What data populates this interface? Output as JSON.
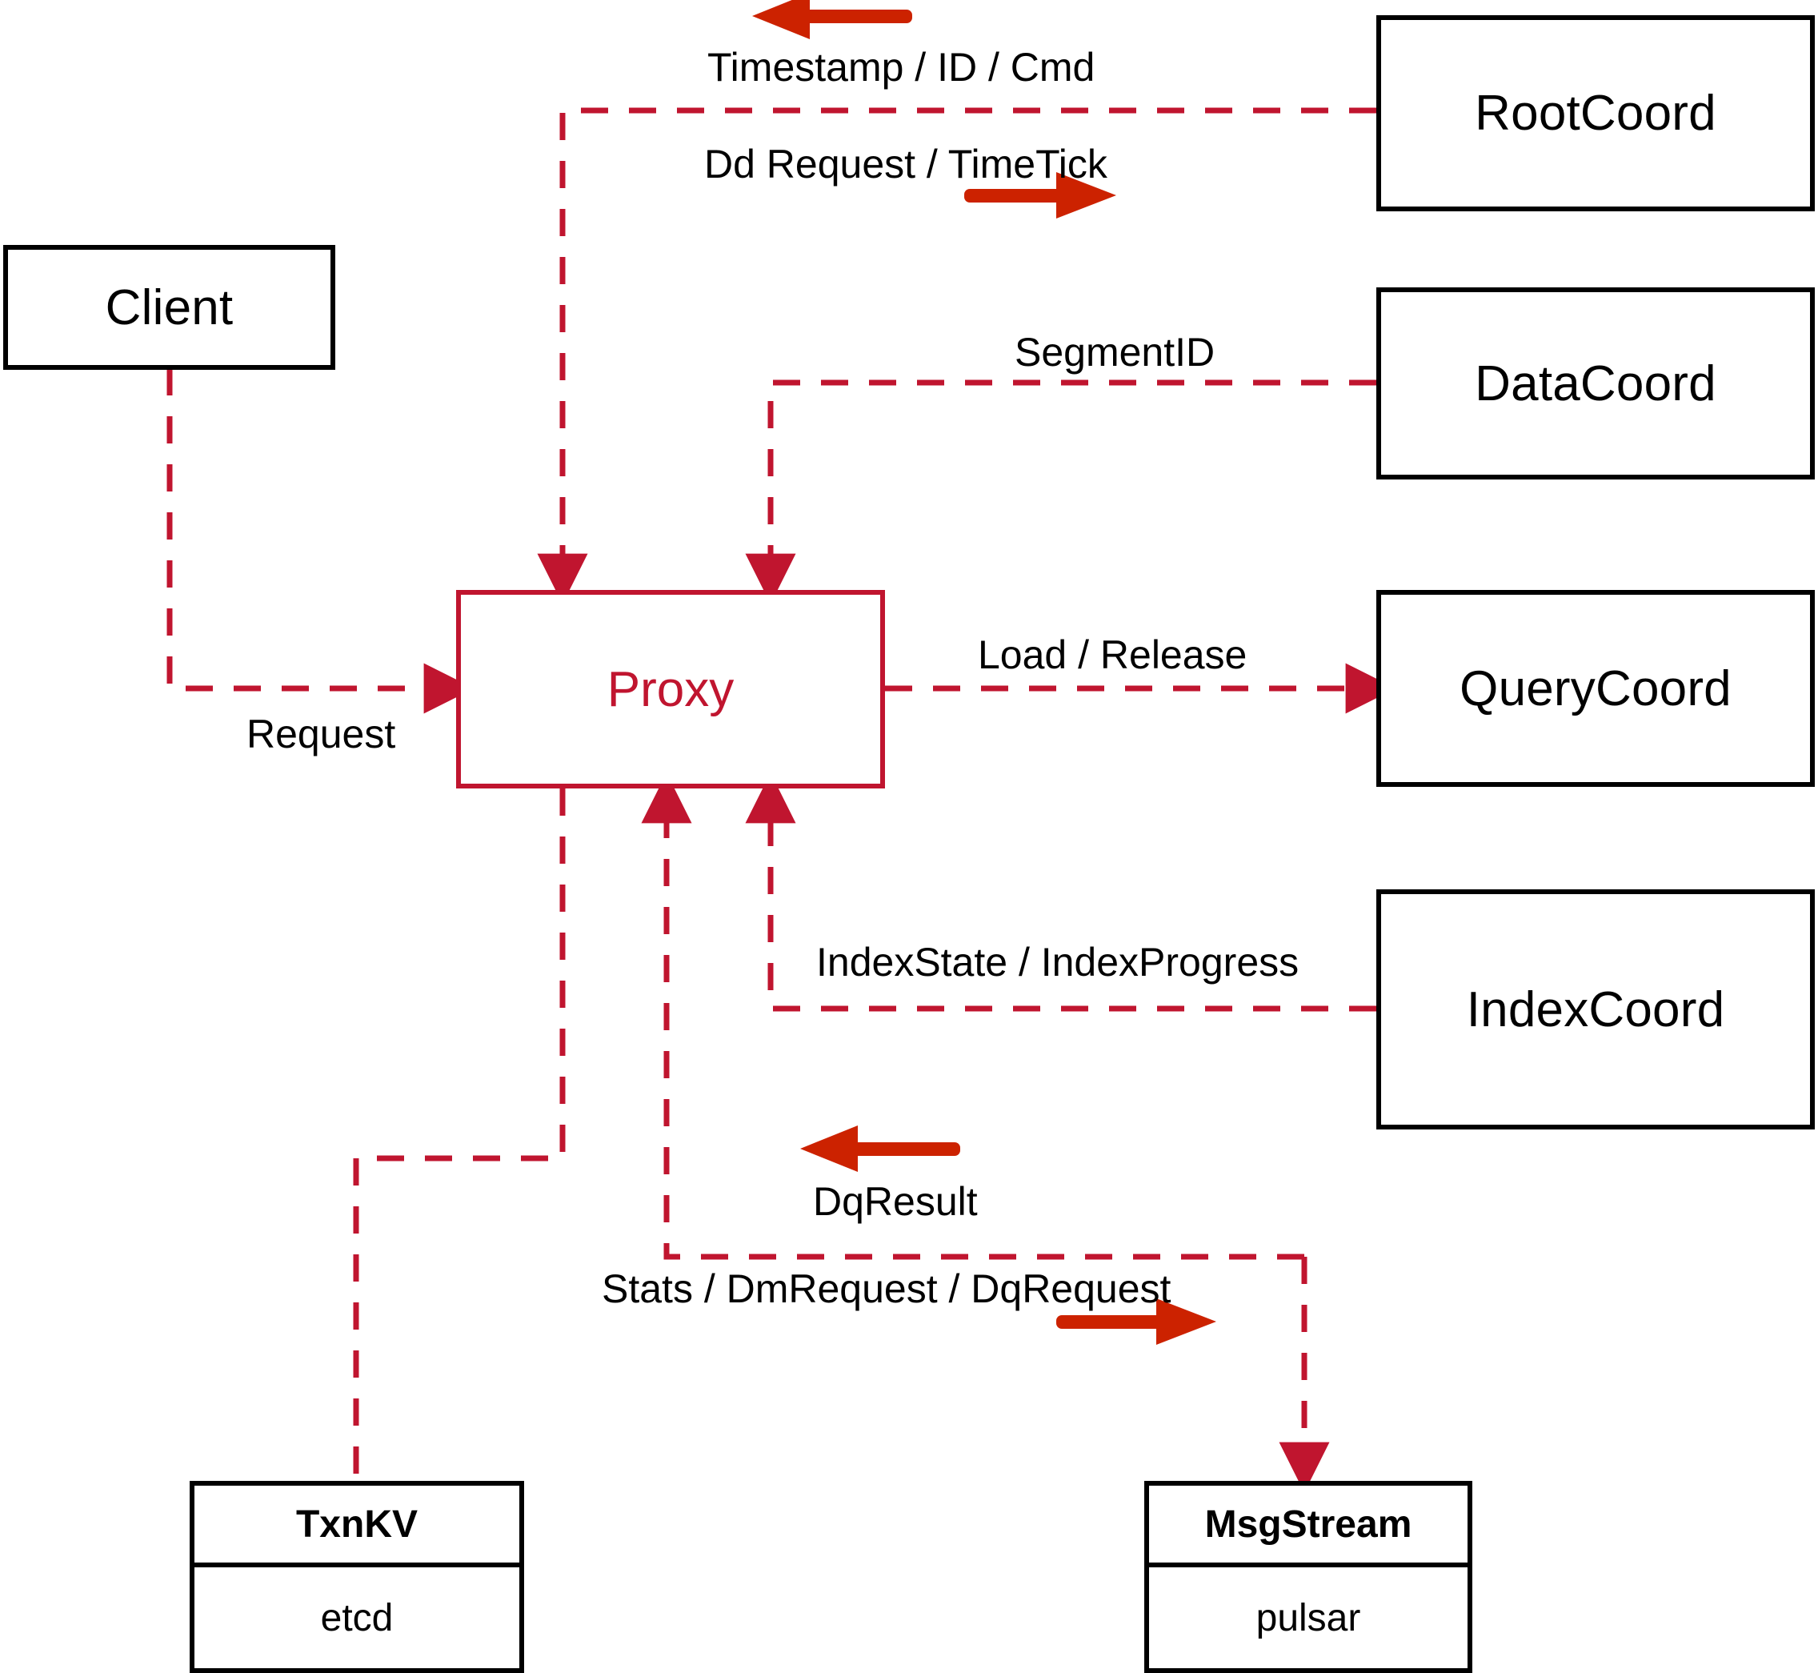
{
  "diagram": {
    "title": "Milvus Proxy interaction diagram",
    "colors": {
      "node_stroke": "#000000",
      "proxy_stroke": "#c0152f",
      "proxy_text": "#c0152f",
      "dashed_edge": "#c0152f",
      "direction_arrow": "#cc2200",
      "background": "#ffffff"
    }
  },
  "nodes": {
    "client": {
      "label": "Client"
    },
    "proxy": {
      "label": "Proxy"
    },
    "root_coord": {
      "label": "RootCoord"
    },
    "data_coord": {
      "label": "DataCoord"
    },
    "query_coord": {
      "label": "QueryCoord"
    },
    "index_coord": {
      "label": "IndexCoord"
    },
    "txnkv": {
      "header": "TxnKV",
      "body": "etcd"
    },
    "msgstream": {
      "header": "MsgStream",
      "body": "pulsar"
    }
  },
  "edge_labels": {
    "timestamp_id_cmd": "Timestamp / ID / Cmd",
    "dd_request_timetick": "Dd Request / TimeTick",
    "segment_id": "SegmentID",
    "request": "Request",
    "load_release": "Load / Release",
    "index_state_progress": "IndexState / IndexProgress",
    "dq_result": "DqResult",
    "stats_dm_dq_request": "Stats / DmRequest / DqRequest"
  },
  "direction_arrows": [
    {
      "name": "timestamp-id-cmd-direction",
      "direction": "left"
    },
    {
      "name": "dd-request-timetick-direction",
      "direction": "right"
    },
    {
      "name": "dq-result-direction",
      "direction": "left"
    },
    {
      "name": "stats-dm-dq-request-direction",
      "direction": "right"
    }
  ]
}
